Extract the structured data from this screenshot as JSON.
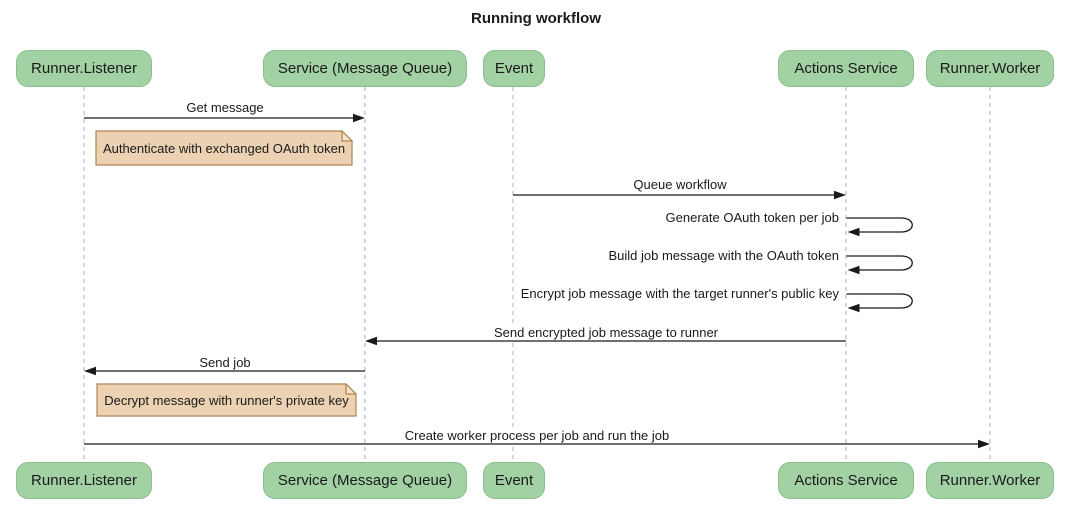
{
  "title": "Running workflow",
  "actors": [
    {
      "name": "Runner.Listener"
    },
    {
      "name": "Service (Message Queue)"
    },
    {
      "name": "Event"
    },
    {
      "name": "Actions Service"
    },
    {
      "name": "Runner.Worker"
    }
  ],
  "messages": [
    {
      "label": "Get message",
      "from": "Runner.Listener",
      "to": "Service (Message Queue)",
      "type": "solid-arrow"
    },
    {
      "label": "Queue workflow",
      "from": "Event",
      "to": "Actions Service",
      "type": "solid-arrow"
    },
    {
      "label": "Generate OAuth token per job",
      "from": "Actions Service",
      "to": "Actions Service",
      "type": "self-arrow"
    },
    {
      "label": "Build job message with the OAuth token",
      "from": "Actions Service",
      "to": "Actions Service",
      "type": "self-arrow"
    },
    {
      "label": "Encrypt job message with the target runner's public key",
      "from": "Actions Service",
      "to": "Actions Service",
      "type": "self-arrow"
    },
    {
      "label": "Send encrypted job message to runner",
      "from": "Actions Service",
      "to": "Service (Message Queue)",
      "type": "solid-arrow"
    },
    {
      "label": "Send job",
      "from": "Service (Message Queue)",
      "to": "Runner.Listener",
      "type": "solid-arrow"
    },
    {
      "label": "Create worker process per job and run the job",
      "from": "Runner.Listener",
      "to": "Runner.Worker",
      "type": "solid-arrow"
    }
  ],
  "notes": [
    {
      "text": "Authenticate with exchanged OAuth token",
      "over": "Runner.Listener"
    },
    {
      "text": "Decrypt message with runner's private key",
      "over": "Runner.Listener"
    }
  ],
  "colors": {
    "actor_fill": "#a2d1a3",
    "actor_border": "#8cbf8e",
    "note_fill": "#ecd2b2",
    "note_border": "#b28452",
    "note_fold": "#f4e4cd",
    "line": "#1a1a1a",
    "lifeline": "#adadad",
    "text": "#1a1a1a",
    "background": "#ffffff"
  }
}
